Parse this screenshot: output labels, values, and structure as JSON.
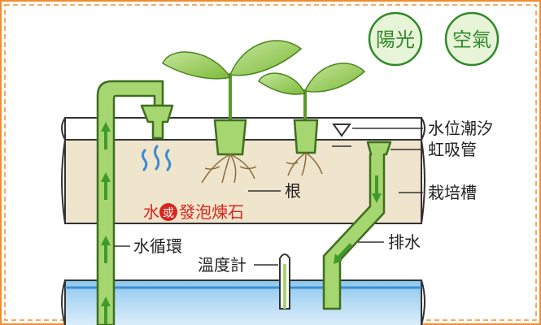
{
  "badges": {
    "sunlight": "陽光",
    "air": "空氣"
  },
  "labels": {
    "water_level_tide": "水位潮汐",
    "siphon": "虹吸管",
    "grow_bed": "栽培槽",
    "root": "根",
    "drain": "排水",
    "water_cycle": "水循環",
    "thermometer": "溫度計",
    "water_or": "水",
    "or_badge": "或",
    "clay_pebbles": "發泡煉石"
  },
  "colors": {
    "soil": "#efe4cc",
    "pipe": "#a6d66f",
    "pipe_stroke": "#3e6e1e",
    "arrow": "#3f9a2c",
    "badge": "#2f8a2a",
    "badge_fill": "#e8f4d8",
    "water": "#cfe6f7",
    "water_top": "#6fb6e8",
    "red_text": "#d7261e",
    "frame": "#f08d2e"
  }
}
